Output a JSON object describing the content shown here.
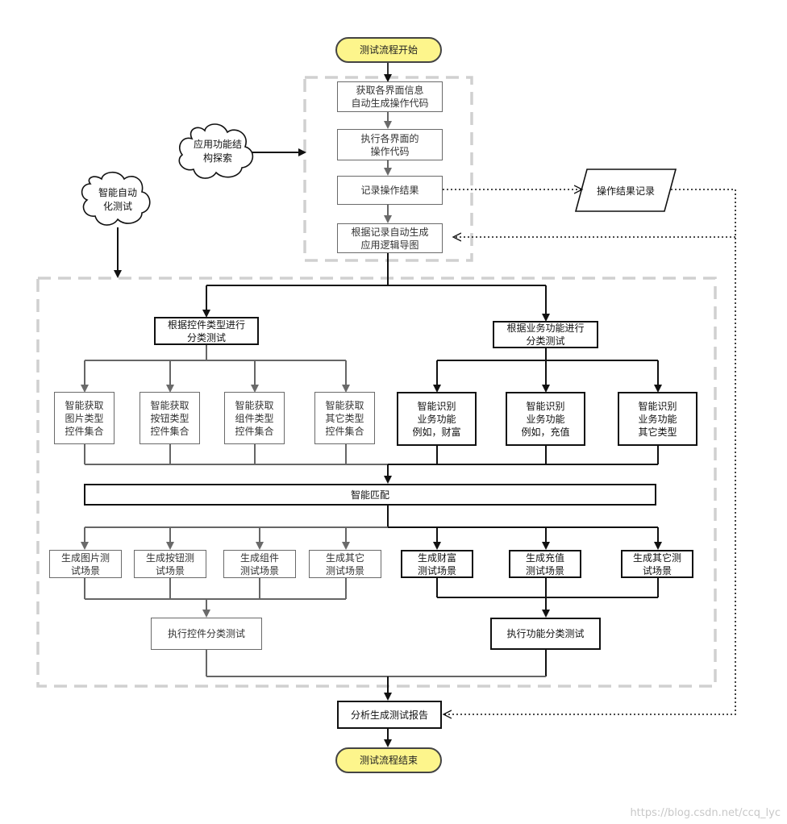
{
  "start": "测试流程开始",
  "end": "测试流程结束",
  "phase1": {
    "step1": "获取各界面信息\n自动生成操作代码",
    "step2": "执行各界面的\n操作代码",
    "step3": "记录操作结果",
    "step4": "根据记录自动生成\n应用逻辑导图"
  },
  "cloud_explore": "应用功能结\n构探索",
  "cloud_smart": "智能自动\n化测试",
  "result_record": "操作结果记录",
  "control_branch": {
    "title": "根据控件类型进行\n分类测试",
    "items": [
      "智能获取\n图片类型\n控件集合",
      "智能获取\n按钮类型\n控件集合",
      "智能获取\n组件类型\n控件集合",
      "智能获取\n其它类型\n控件集合"
    ],
    "scenes": [
      "生成图片测\n试场景",
      "生成按钮测\n试场景",
      "生成组件\n测试场景",
      "生成其它\n测试场景"
    ],
    "execute": "执行控件分类测试"
  },
  "business_branch": {
    "title": "根据业务功能进行\n分类测试",
    "items": [
      "智能识别\n业务功能\n例如，财富",
      "智能识别\n业务功能\n例如，充值",
      "智能识别\n业务功能\n其它类型"
    ],
    "scenes": [
      "生成财富\n测试场景",
      "生成充值\n测试场景",
      "生成其它测\n试场景"
    ],
    "execute": "执行功能分类测试"
  },
  "match": "智能匹配",
  "report": "分析生成测试报告",
  "watermark": "https://blog.csdn.net/ccq_lyc",
  "colors": {
    "terminal_fill": "#fdf58c",
    "dashed_frame": "#d0d0d0",
    "thin_stroke": "#6a6a6a",
    "bold_stroke": "#111111"
  }
}
